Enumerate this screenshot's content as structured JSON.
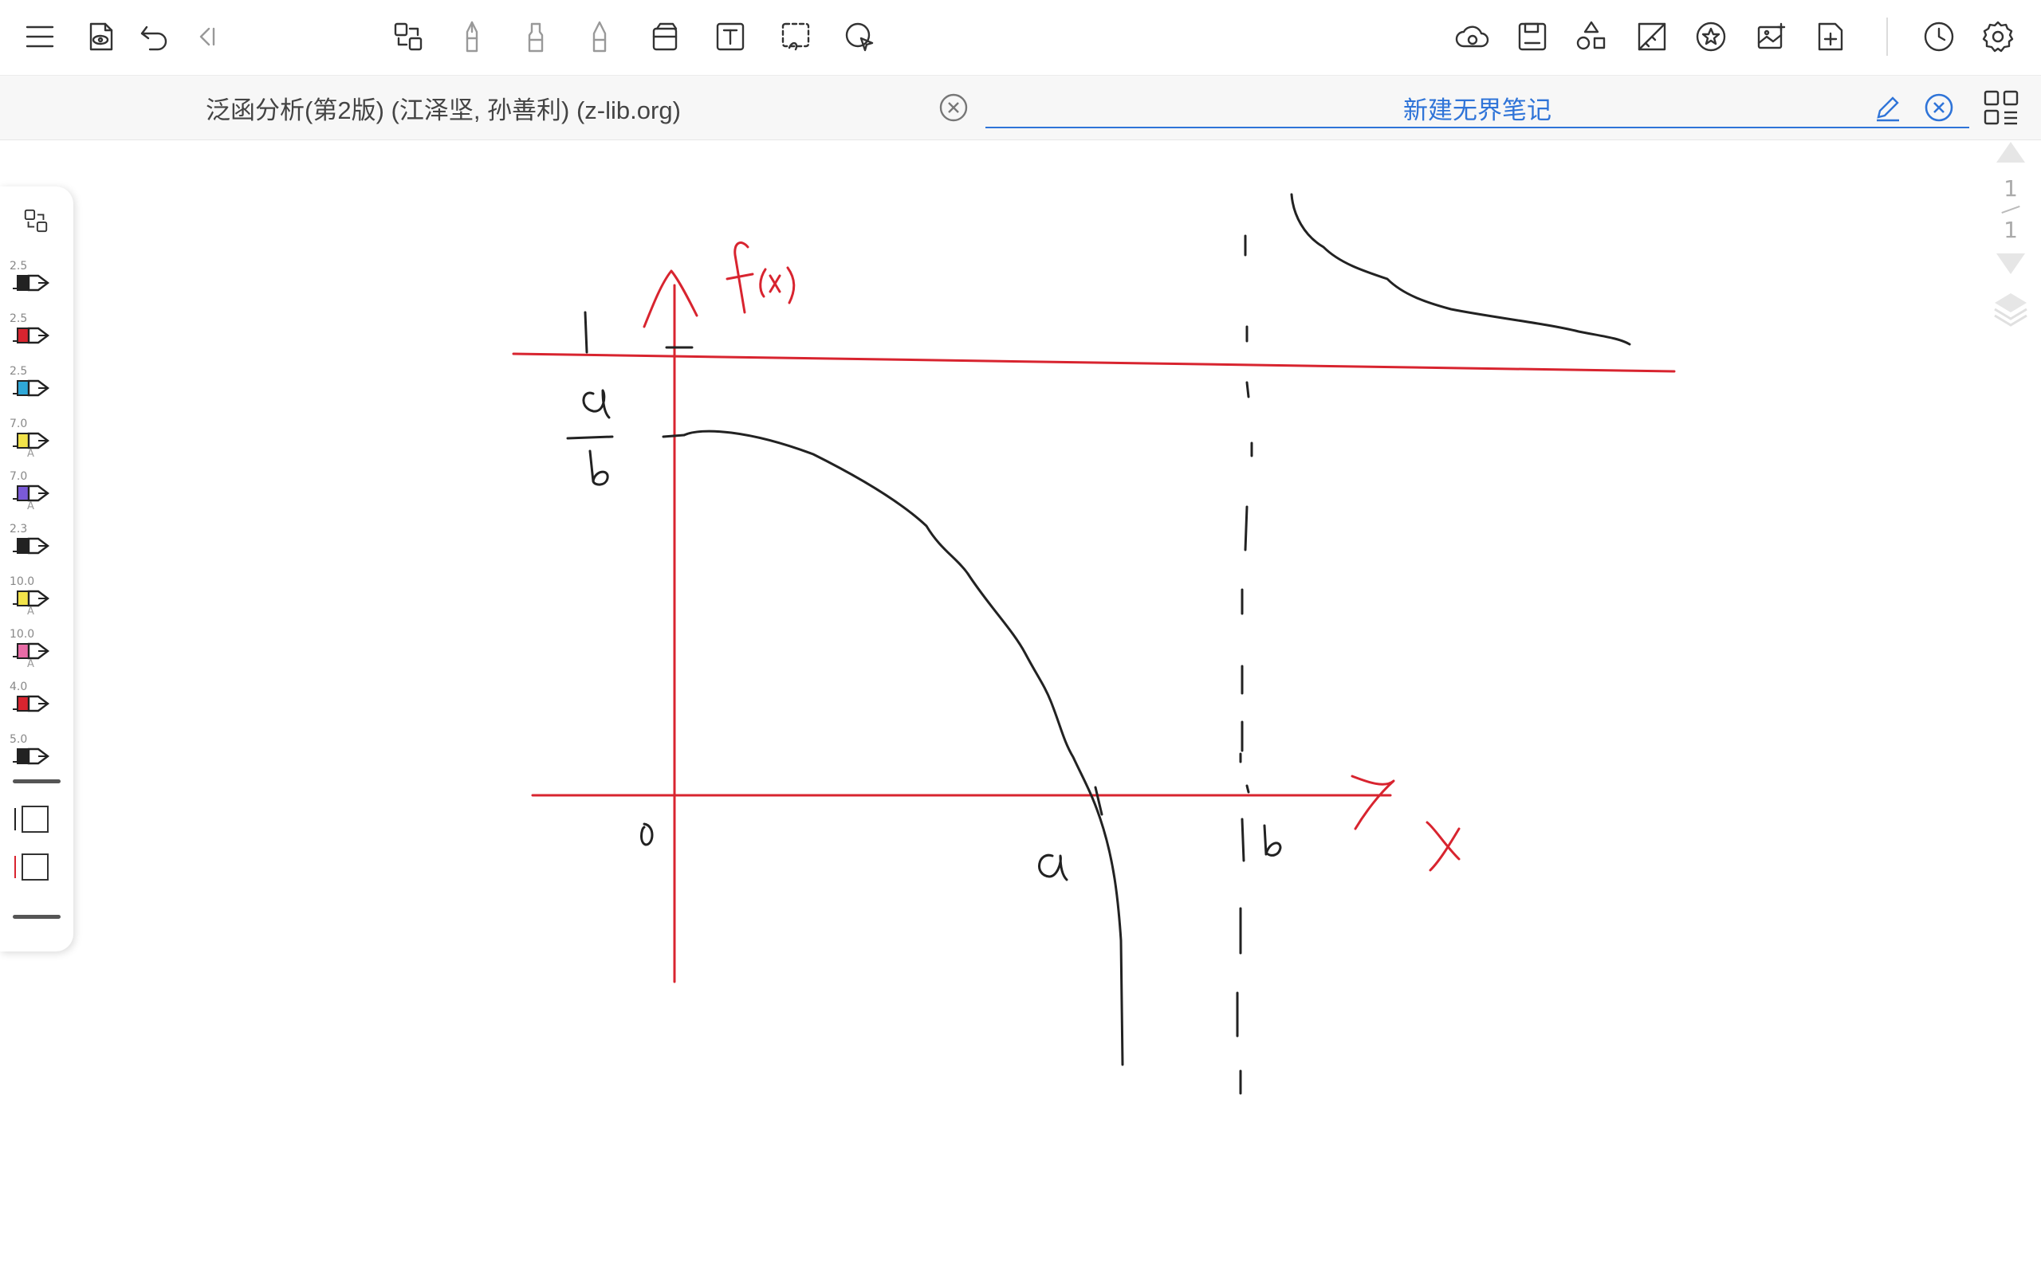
{
  "toolbar": {
    "left_icons": [
      "menu-icon",
      "preview-icon",
      "undo-icon",
      "collapse-left-icon"
    ],
    "center_icons": [
      "select-icon",
      "fountain-pen-icon",
      "highlighter-icon",
      "pencil-icon",
      "eraser-icon",
      "text-box-icon",
      "lasso-icon",
      "pointer-icon"
    ],
    "right_icons": [
      "cloud-sync-icon",
      "save-icon",
      "shapes-icon",
      "ruler-icon",
      "favorite-icon",
      "insert-image-icon",
      "add-page-icon",
      "history-icon",
      "settings-icon"
    ]
  },
  "tabs": [
    {
      "title": "泛函分析(第2版) (江泽坚, 孙善利) (z-lib.org)",
      "active": false
    },
    {
      "title": "新建无界笔记",
      "active": true
    }
  ],
  "pens": [
    {
      "size": "2.5",
      "color": "#222222"
    },
    {
      "size": "2.5",
      "color": "#d8242f"
    },
    {
      "size": "2.5",
      "color": "#2fa8d8"
    },
    {
      "size": "7.0",
      "color": "#f2e34a",
      "tag": "A"
    },
    {
      "size": "7.0",
      "color": "#7a5ad8",
      "tag": "A"
    },
    {
      "size": "2.3",
      "color": "#222222"
    },
    {
      "size": "10.0",
      "color": "#f2e34a",
      "tag": "A"
    },
    {
      "size": "10.0",
      "color": "#e86ca6",
      "tag": "A"
    },
    {
      "size": "4.0",
      "color": "#d8242f"
    },
    {
      "size": "5.0",
      "color": "#222222"
    }
  ],
  "shapes": [
    {
      "name": "rectangle-black",
      "color": "#222222"
    },
    {
      "name": "rectangle-red",
      "color": "#d8242f"
    }
  ],
  "page_indicator": {
    "current": "1",
    "total": "1"
  },
  "note_labels": {
    "y_axis_label": "f(x)",
    "one": "1",
    "frac_num": "a",
    "frac_den": "b",
    "origin": "0",
    "a_mark": "a",
    "b_mark": "b",
    "x_axis_label": "x"
  },
  "colors": {
    "ink_red": "#d8242f",
    "ink_black": "#222222",
    "accent": "#2f74d8"
  }
}
